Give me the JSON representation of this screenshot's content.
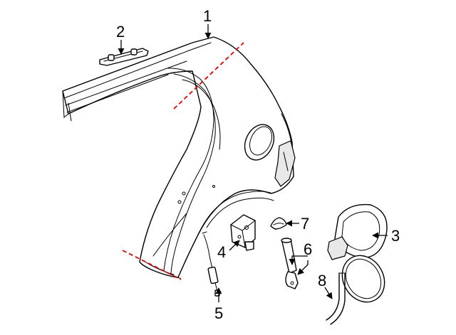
{
  "callouts": [
    {
      "id": "1",
      "text": "1"
    },
    {
      "id": "2",
      "text": "2"
    },
    {
      "id": "3",
      "text": "3"
    },
    {
      "id": "4",
      "text": "4"
    },
    {
      "id": "5",
      "text": "5"
    },
    {
      "id": "6",
      "text": "6"
    },
    {
      "id": "7",
      "text": "7"
    },
    {
      "id": "8",
      "text": "8"
    }
  ],
  "colors": {
    "linework": "#000000",
    "cut_line": "#e00000",
    "background": "#ffffff"
  }
}
